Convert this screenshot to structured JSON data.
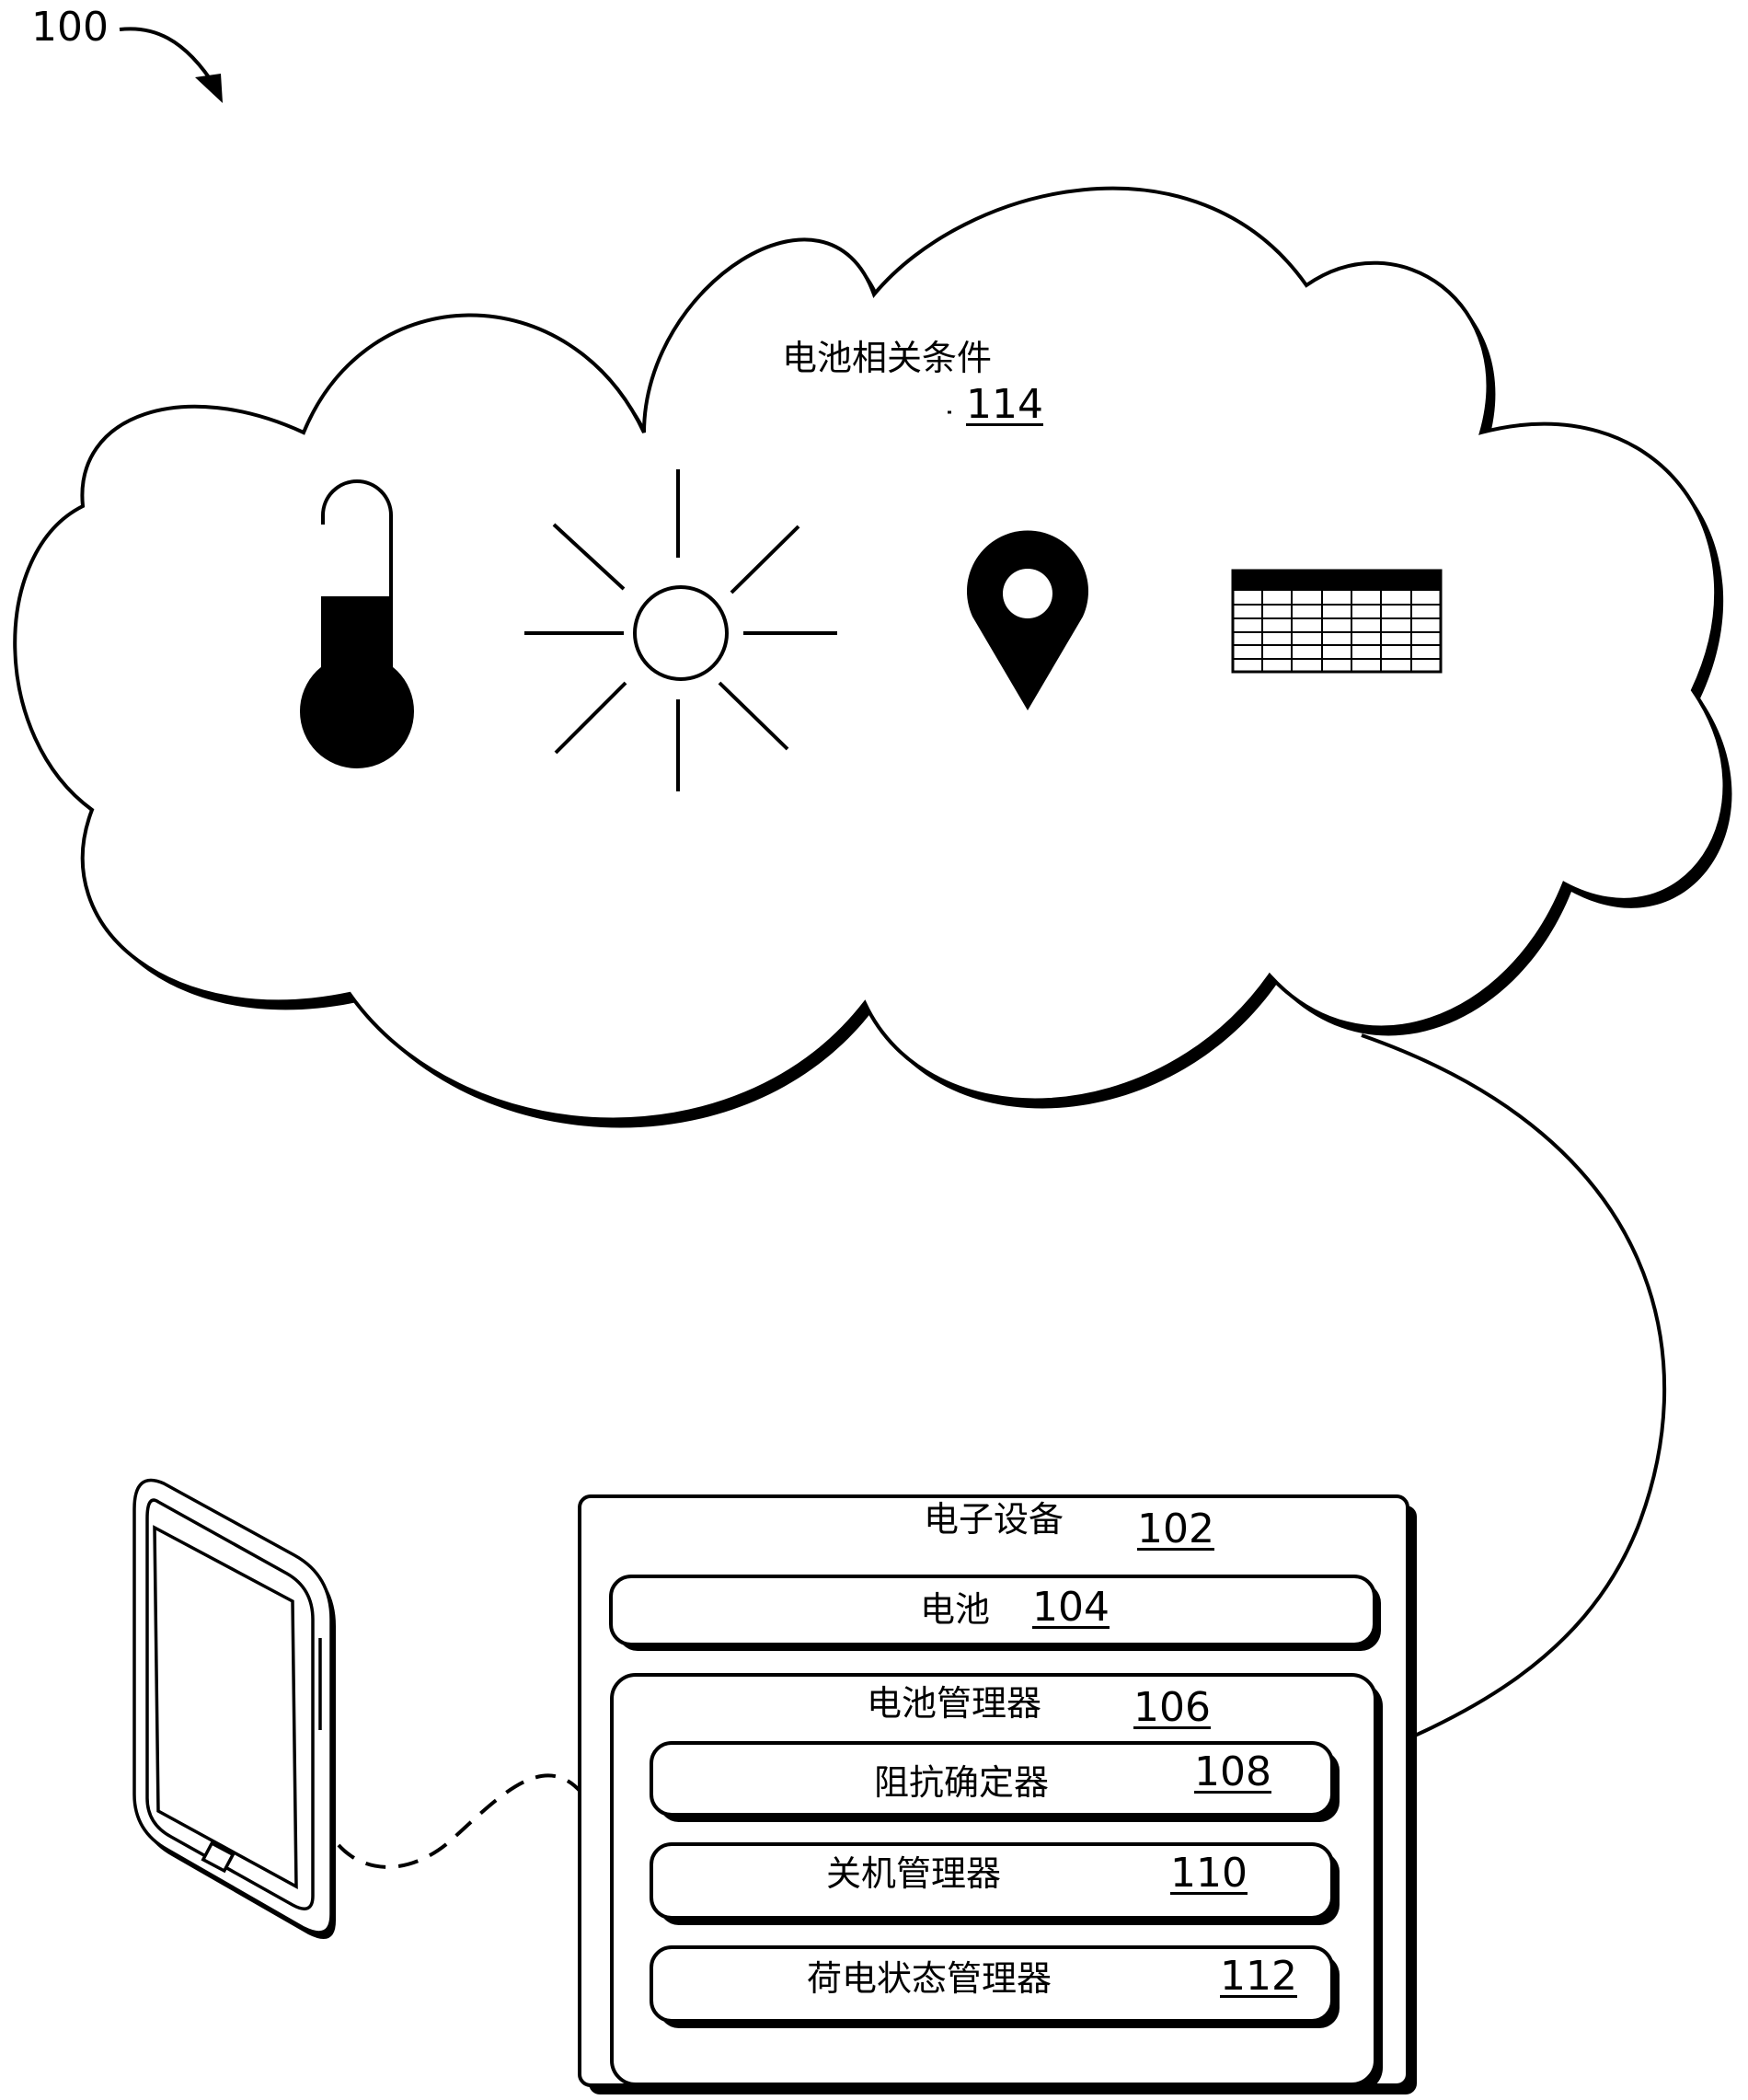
{
  "figure": {
    "ref": "100",
    "cloud": {
      "title": "电池相关条件",
      "ref": "114"
    },
    "icons": [
      "thermometer-icon",
      "sun-icon",
      "location-pin-icon",
      "calendar-icon",
      "smartphone-icon"
    ],
    "device": {
      "title": "电子设备",
      "ref": "102",
      "battery": {
        "label": "电池",
        "ref": "104"
      },
      "battery_manager": {
        "label": "电池管理器",
        "ref": "106",
        "components": [
          {
            "label": "阻抗确定器",
            "ref": "108"
          },
          {
            "label": "关机管理器",
            "ref": "110"
          },
          {
            "label": "荷电状态管理器",
            "ref": "112"
          }
        ]
      }
    }
  }
}
